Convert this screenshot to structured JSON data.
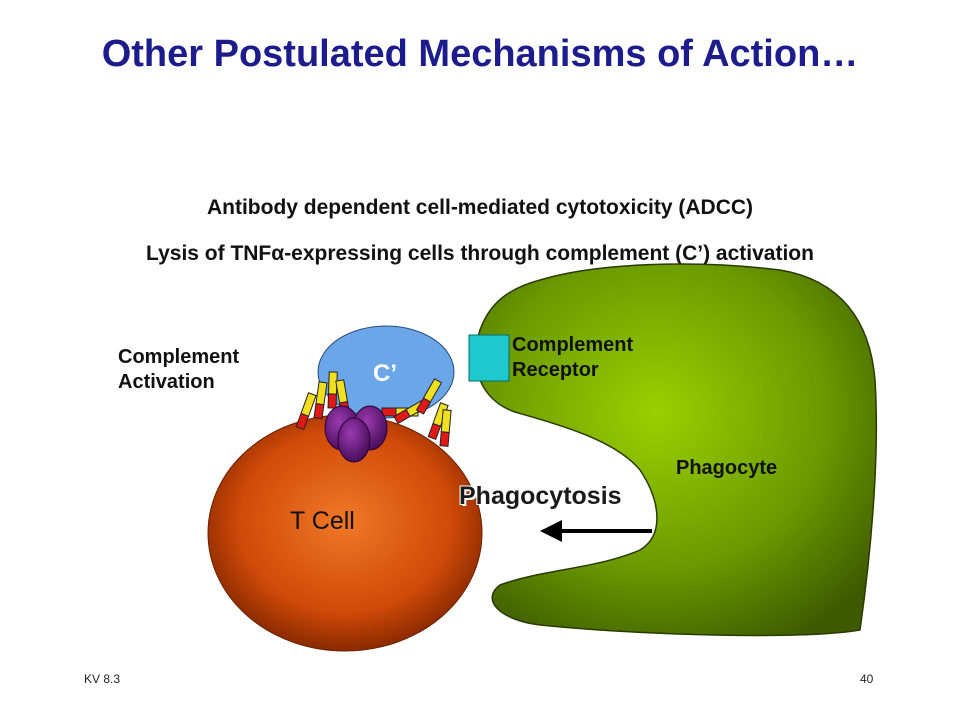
{
  "slide": {
    "title": "Other Postulated Mechanisms of Action…",
    "subtitle_line1": "Antibody dependent cell-mediated cytotoxicity (ADCC)",
    "subtitle_line2_prefix": "Lysis of TNF",
    "subtitle_line2_symbol": "α",
    "subtitle_line2_suffix": "-expressing cells through complement (C’) activation",
    "footer_left": "KV 8.3",
    "footer_right": "40"
  },
  "diagram": {
    "complement_activation_line1": "Complement",
    "complement_activation_line2": "Activation",
    "complement_receptor_line1": "Complement",
    "complement_receptor_line2": "Receptor",
    "phagocyte_label": "Phagocyte",
    "phagocytosis_label": "Phagocytosis",
    "t_cell_label": "T Cell",
    "complement_label": "C’",
    "colors": {
      "t_cell": "#e05a10",
      "phagocyte": "#7aa800",
      "complement": "#6aa6e8",
      "receptor": "#1fc8cc",
      "antibody_heavy": "#f0e020",
      "antibody_light": "#e01818",
      "tnf": "#6b1a80",
      "title": "#1c1c8c"
    }
  }
}
